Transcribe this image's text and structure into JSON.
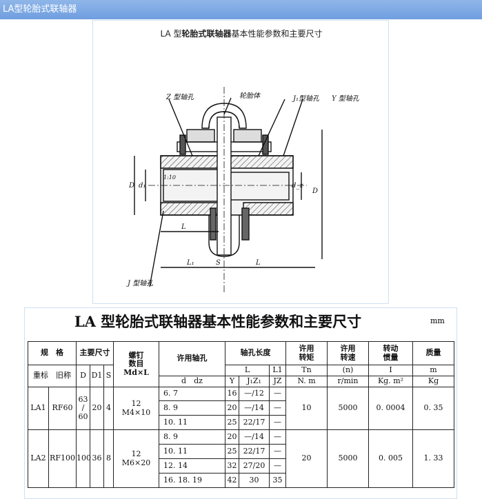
{
  "window": {
    "title": "LA型轮胎式联轴器"
  },
  "caption": {
    "prefix": "LA 型",
    "bold": "轮胎式联轴器",
    "suffix": "基本性能参数和主要尺寸"
  },
  "drawing_labels": {
    "z_hole": "Z 型轴孔",
    "tire": "轮胎体",
    "j1_hole": "J₁型轴孔",
    "y_hole": "Y 型轴孔",
    "j_hole": "J 型轴孔",
    "D": "D",
    "d1": "d₁",
    "dz": "d_z",
    "D_right": "D",
    "L": "L",
    "L1": "L₁",
    "S": "S",
    "L_right": "L",
    "taper": "1:10"
  },
  "table": {
    "title": "LA 型轮胎式联轴器基本性能参数和主要尺寸",
    "unit": "mm",
    "headers": {
      "spec": "规　格",
      "main_size": "主要尺寸",
      "bolt": "螺钉\n数目\nMd×L",
      "hole": "许用轴孔",
      "hole_len": "轴孔长度",
      "torque": "许用\n转矩",
      "speed": "许用\n转速",
      "inertia": "转动\n惯量",
      "mass": "质量",
      "L": "L",
      "L1": "L1",
      "Tn": "Tn",
      "n": "(n)",
      "I": "I",
      "m": "m",
      "new_std": "重标",
      "old_name": "旧称",
      "D": "D",
      "D1": "D1",
      "S": "S",
      "d_dz": "d　dz",
      "Y": "Y",
      "J1Z1": "J₁Z₁",
      "JZ": "JZ",
      "Nm": "N. m",
      "rmin": "r/min",
      "kgm2": "Kg. m²",
      "kg": "Kg"
    },
    "rows": [
      {
        "new_std": "LA1",
        "old_name": "RF60",
        "D": "63\n/\n60",
        "D1": "20",
        "S": "4",
        "bolt": "12\nM4×10",
        "torque": "10",
        "speed": "5000",
        "inertia": "0. 0004",
        "mass": "0. 35",
        "holes": [
          {
            "d": "6. 7",
            "Y": "16",
            "J1Z1": "—/12",
            "JZ": "—"
          },
          {
            "d": "8. 9",
            "Y": "20",
            "J1Z1": "—/14",
            "JZ": "—"
          },
          {
            "d": "10. 11",
            "Y": "25",
            "J1Z1": "22/17",
            "JZ": "—"
          }
        ]
      },
      {
        "new_std": "LA2",
        "old_name": "RF100",
        "D": "100",
        "D1": "36",
        "S": "8",
        "bolt": "12\nM6×20",
        "torque": "20",
        "speed": "5000",
        "inertia": "0. 005",
        "mass": "1. 33",
        "holes": [
          {
            "d": "8. 9",
            "Y": "20",
            "J1Z1": "—/14",
            "JZ": "—"
          },
          {
            "d": "10. 11",
            "Y": "25",
            "J1Z1": "22/17",
            "JZ": "—"
          },
          {
            "d": "12. 14",
            "Y": "32",
            "J1Z1": "27/20",
            "JZ": "—"
          },
          {
            "d": "16. 18. 19",
            "Y": "42",
            "J1Z1": "30",
            "JZ": "35"
          }
        ]
      }
    ]
  }
}
